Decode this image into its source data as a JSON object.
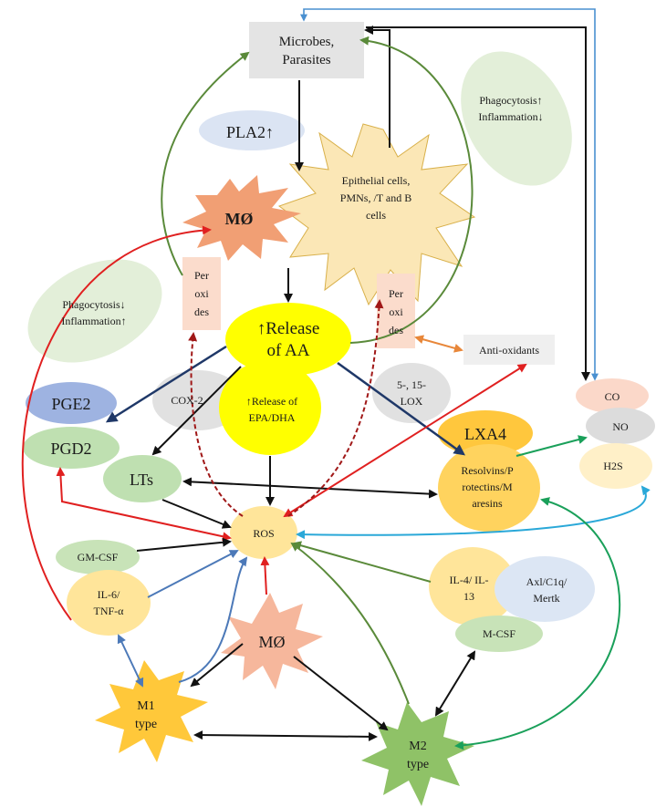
{
  "nodes": {
    "microbes": {
      "lines": [
        "Microbes,",
        "Parasites"
      ],
      "color": "#e4e4e4"
    },
    "pla2": {
      "label": "PLA2↑",
      "color": "#dbe4f3"
    },
    "epithelial": {
      "lines": [
        "Epithelial cells,",
        "PMNs, /T and B",
        "cells"
      ],
      "color": "#fbe7b6"
    },
    "mo_top": {
      "label": "MØ",
      "color": "#f19f74"
    },
    "phago_up": {
      "lines": [
        "Phagocytosis↑",
        "Inflammation↓"
      ],
      "color": "#e3efd9"
    },
    "phago_down": {
      "lines": [
        "Phagocytosis↓",
        "Inflammation↑"
      ],
      "color": "#e3efd9"
    },
    "perox_left": {
      "lines": [
        "Per",
        "oxi",
        "des"
      ],
      "color": "#fbdccc"
    },
    "perox_right": {
      "lines": [
        "Per",
        "oxi",
        "des"
      ],
      "color": "#fbdccc"
    },
    "release_aa": {
      "lines": [
        "↑Release",
        "of AA"
      ],
      "color": "#ffff00"
    },
    "release_epa": {
      "lines": [
        "↑Release of",
        "EPA/DHA"
      ],
      "color": "#ffff00"
    },
    "anti_oxidants": {
      "label": "Anti-oxidants",
      "color": "#efefef"
    },
    "cox2": {
      "label": "COX-2",
      "color": "#e1e1e1"
    },
    "lox": {
      "lines": [
        "5-, 15-",
        "LOX"
      ],
      "color": "#e1e1e1"
    },
    "pge2": {
      "label": "PGE2",
      "color": "#9eb3e1"
    },
    "pgd2": {
      "label": "PGD2",
      "color": "#bfe0b1"
    },
    "lts": {
      "label": "LTs",
      "color": "#bfe0b1"
    },
    "lxa4": {
      "label": "LXA4",
      "color": "#ffc73d"
    },
    "resolvins": {
      "lines": [
        "Resolvins/P",
        "rotectins/M",
        "aresins"
      ],
      "color": "#ffd35e"
    },
    "co": {
      "label": "CO",
      "color": "#fbd8c9"
    },
    "no": {
      "label": "NO",
      "color": "#dcdcdc"
    },
    "h2s": {
      "label": "H2S",
      "color": "#fff0c8"
    },
    "ros": {
      "label": "ROS",
      "color": "#ffe59a"
    },
    "gmcsf": {
      "label": "GM-CSF",
      "color": "#c8e3b8"
    },
    "il6": {
      "lines": [
        "IL-6/",
        "TNF-α"
      ],
      "color": "#ffe59a"
    },
    "il4": {
      "lines": [
        "IL-4/ IL-",
        "13"
      ],
      "color": "#ffe59a"
    },
    "axl": {
      "lines": [
        "Axl/C1q/",
        "Mertk"
      ],
      "color": "#dce6f4"
    },
    "mcsf": {
      "label": "M-CSF",
      "color": "#c8e3b8"
    },
    "mo_bottom": {
      "label": "MØ",
      "color": "#f6b79c"
    },
    "m1": {
      "lines": [
        "M1",
        "type"
      ],
      "color": "#ffc83a"
    },
    "m2": {
      "lines": [
        "M2",
        "type"
      ],
      "color": "#8fc267"
    }
  },
  "colors": {
    "black": "#111111",
    "green": "#5a8a3a",
    "blue": "#4a90d0",
    "red": "#e02020",
    "navy": "#1f3868",
    "teal": "#1aa05a",
    "cyan": "#2aa8d8",
    "orange": "#e8873a",
    "darkred": "#a01818",
    "steel": "#4c79b8"
  }
}
